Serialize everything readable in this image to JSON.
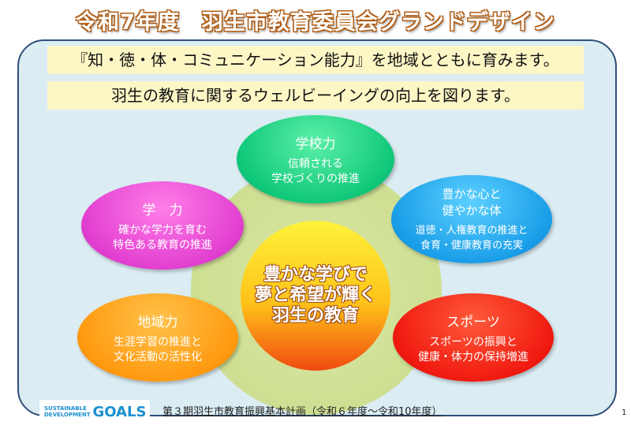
{
  "title": "令和7年度　羽生市教育委員会グランドデザイン",
  "banners": [
    "『知・徳・体・コミュニケーション能力』を地域とともに育みます。",
    "羽生の教育に関するウェルビーイングの向上を図ります。"
  ],
  "center": [
    "豊かな学びで",
    "夢と希望が輝く",
    "羽生の教育"
  ],
  "pillars": {
    "school": {
      "title": "学校力",
      "desc": [
        "信頼される",
        "学校づくりの推進"
      ]
    },
    "academic": {
      "title": "学　力",
      "desc": [
        "確かな学力を育む",
        "特色ある教育の推進"
      ]
    },
    "heart": {
      "title": [
        "豊かな心と",
        "健やかな体"
      ],
      "desc": [
        "道徳・人権教育の推進と",
        "食育・健康教育の充実"
      ]
    },
    "community": {
      "title": "地域力",
      "desc": [
        "生涯学習の推進と",
        "文化活動の活性化"
      ]
    },
    "sports": {
      "title": "スポーツ",
      "desc": [
        "スポーツの振興と",
        "健康・体力の保持増進"
      ]
    }
  },
  "sdgs_logo": {
    "line1": "SUSTAINABLE",
    "line2": "DEVELOPMENT",
    "goals": "GOALS"
  },
  "plan": "第３期羽生市教育振興基本計画（令和６年度～令和10年度）",
  "page_number": "1"
}
